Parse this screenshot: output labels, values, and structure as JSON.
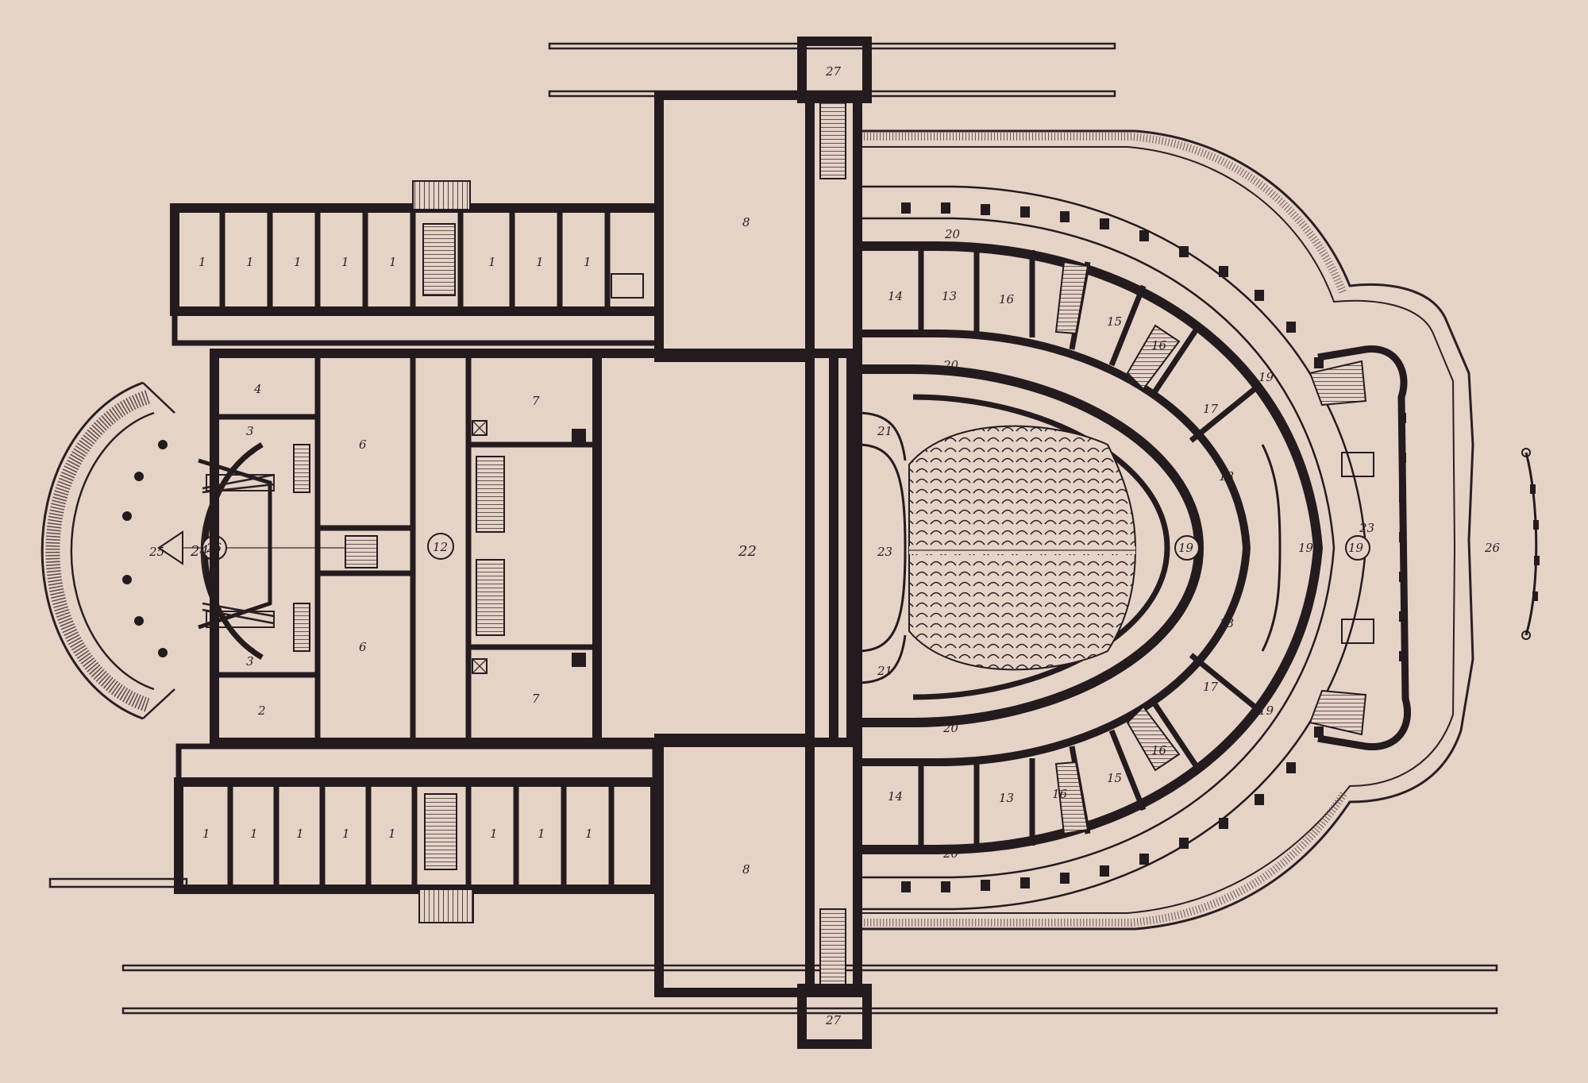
{
  "plan": {
    "room_numbers": {
      "offices_top": [
        "1",
        "1",
        "1",
        "1",
        "1",
        "1",
        "1",
        "1"
      ],
      "offices_bottom": [
        "1",
        "1",
        "1",
        "1",
        "1",
        "1",
        "1",
        "1"
      ],
      "hall_top": "8",
      "hall_bottom": "8",
      "stage": "22",
      "center_upper": "6",
      "center_lower": "6",
      "side_upper": "7",
      "side_lower": "7",
      "small_upper": "4",
      "small_lower": "2",
      "stairs_small_upper": "3",
      "stairs_small_lower": "3",
      "west_hall": "24",
      "west_circle": "26",
      "west_apse": "25",
      "corridor_circle": "12",
      "front_hall": "23",
      "niche_upper": "21",
      "niche_lower": "21",
      "ring_rooms": [
        "14",
        "13",
        "16",
        "15",
        "16",
        "17",
        "18",
        "18",
        "17",
        "16",
        "15",
        "16",
        "13",
        "14"
      ],
      "circles": [
        "20",
        "20",
        "20",
        "20",
        "19",
        "19",
        "19",
        "19",
        "19"
      ],
      "east_foyer": "23",
      "portico": "26",
      "guard_top": "27",
      "guard_bottom": "27"
    }
  }
}
